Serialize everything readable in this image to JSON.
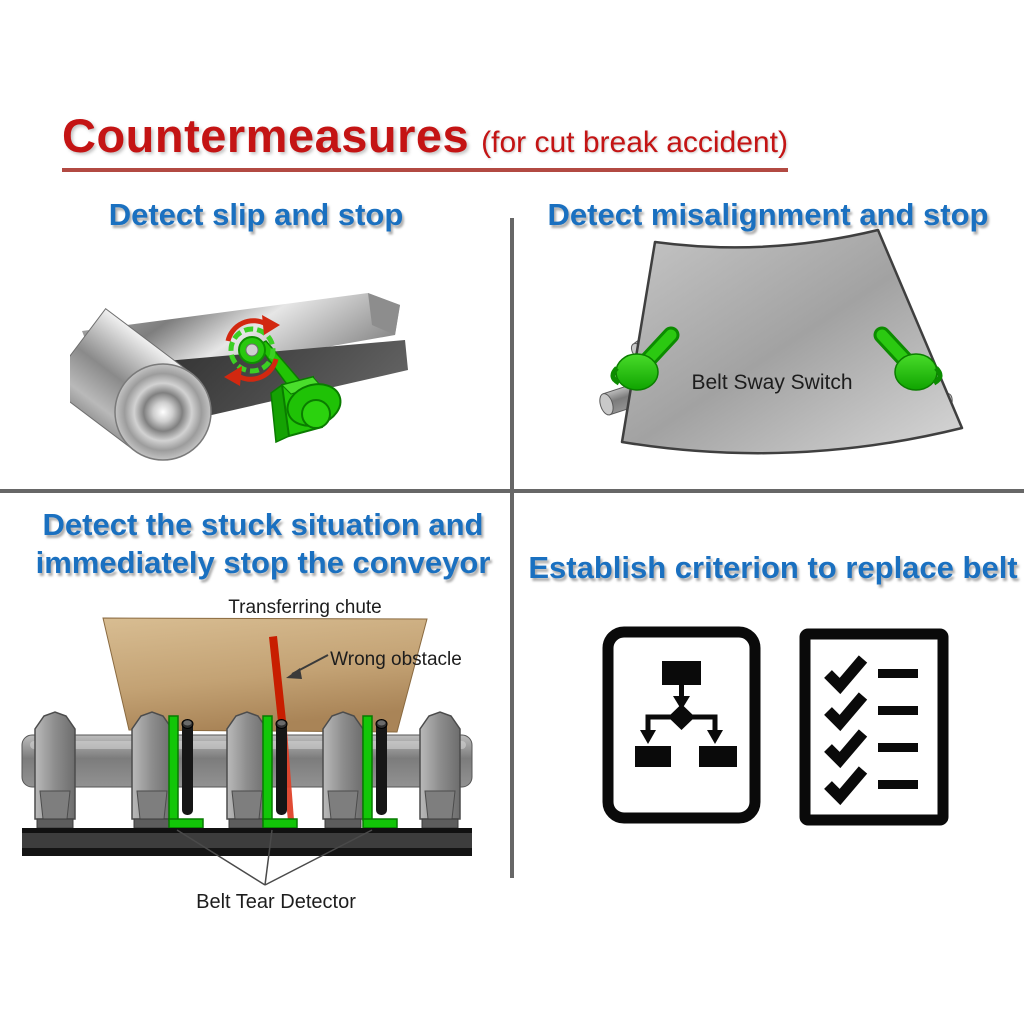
{
  "title": {
    "main": "Countermeasures",
    "suffix": "(for cut break accident)"
  },
  "quadrants": {
    "top_left": {
      "heading": "Detect slip and stop",
      "illustration": "conveyor-slip-sensor"
    },
    "top_right": {
      "heading": "Detect misalignment and stop",
      "diagram_label": "Belt Sway Switch",
      "illustration": "belt-sway-switch"
    },
    "bottom_left": {
      "heading_lines": [
        "Detect the stuck situation and",
        "immediately stop the conveyor"
      ],
      "labels": {
        "chute": "Transferring chute",
        "obstacle": "Wrong obstacle",
        "detector": "Belt Tear Detector"
      },
      "illustration": "belt-tear-detector-conveyor"
    },
    "bottom_right": {
      "heading": "Establish criterion to replace belt",
      "icons": [
        "flowchart-icon",
        "checklist-icon"
      ]
    }
  },
  "colors": {
    "title_red": "#c41414",
    "underline_red": "#b24a42",
    "heading_blue": "#1a70c0",
    "divider_gray": "#676767",
    "device_green": "#1fc206",
    "chute_tan": "#c7a87c",
    "obstacle_red": "#c81e00",
    "icon_black": "#0a0a0a"
  }
}
